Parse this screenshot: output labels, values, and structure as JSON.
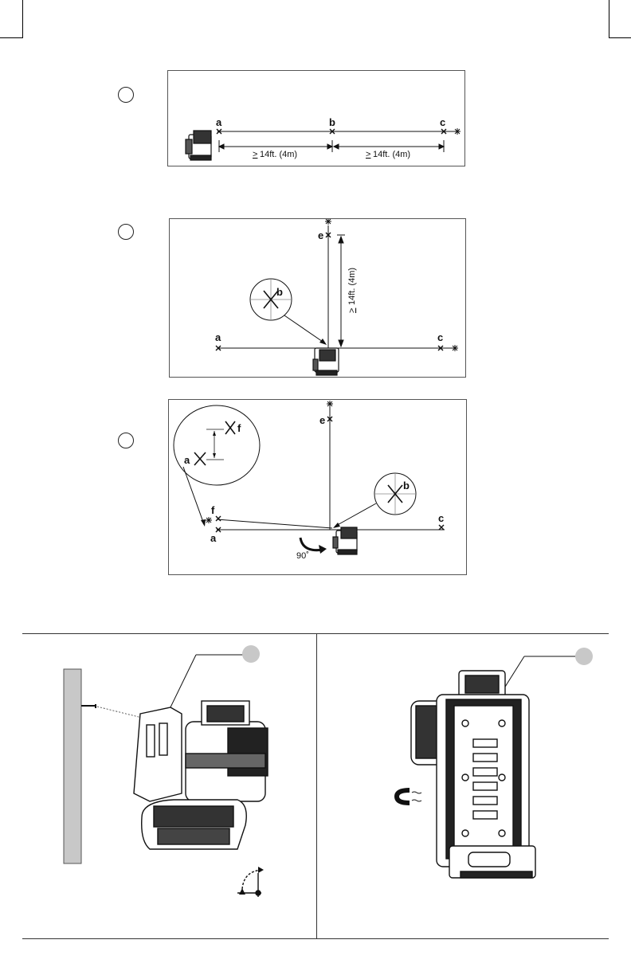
{
  "diagram1": {
    "labels": {
      "a": "a",
      "b": "b",
      "c": "c"
    },
    "dim_left": "14ft. (4m)",
    "dim_right": "14ft. (4m)",
    "dim_prefix": ">"
  },
  "diagram2": {
    "labels": {
      "a": "a",
      "b": "b",
      "c": "c",
      "e": "e",
      "detail_b": "b"
    },
    "dim_vertical": "14ft. (4m)",
    "dim_prefix": ">"
  },
  "diagram3": {
    "labels": {
      "a": "a",
      "b": "b",
      "c": "c",
      "e": "e",
      "f": "f",
      "detail_a": "a",
      "detail_f": "f",
      "detail_b": "b"
    },
    "rotation": "90˚"
  },
  "icons": {
    "magnet": "magnet-icon",
    "rotate": "rotate-90-icon",
    "step": "step-circle-icon"
  }
}
